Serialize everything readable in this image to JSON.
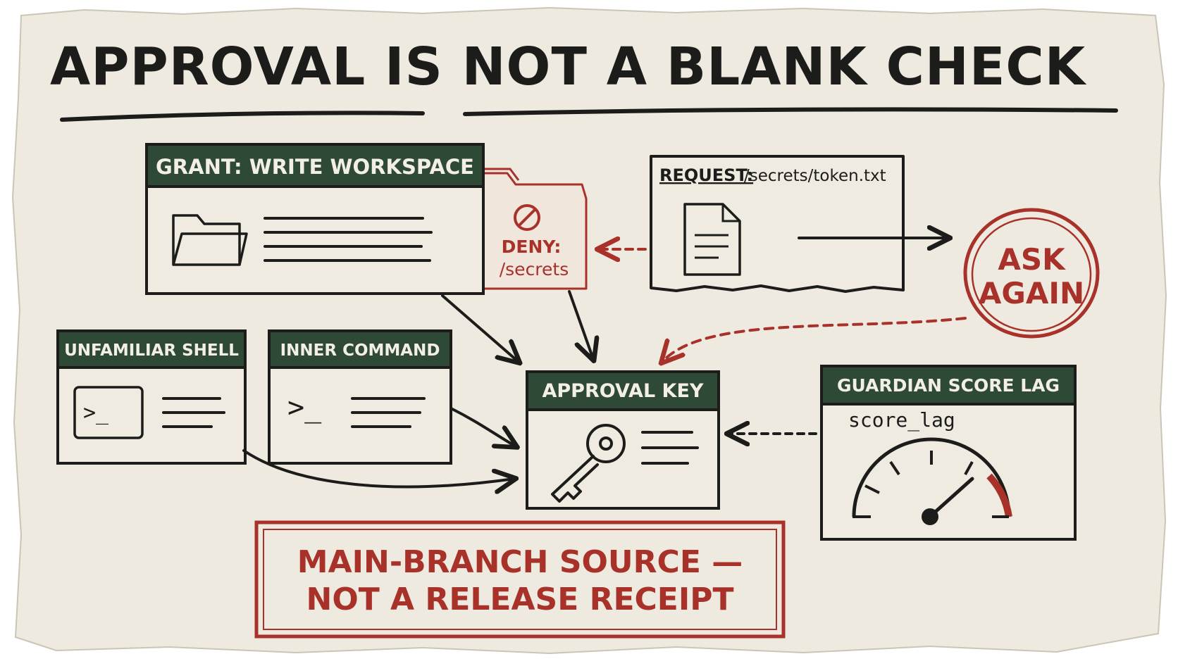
{
  "title": "APPROVAL IS NOT A BLANK CHECK",
  "grant": {
    "header": "GRANT: WRITE WORKSPACE",
    "icon": "folder-icon"
  },
  "deny": {
    "label_line1": "DENY:",
    "label_line2": "/secrets",
    "icon": "prohibited-icon"
  },
  "request": {
    "label": "REQUEST:",
    "path": "/secrets/token.txt",
    "icon": "document-icon"
  },
  "ask_again": {
    "line1": "ASK",
    "line2": "AGAIN"
  },
  "unfamiliar_shell": {
    "header": "UNFAMILIAR SHELL",
    "prompt": ">_",
    "icon": "terminal-icon"
  },
  "inner_command": {
    "header": "INNER COMMAND",
    "prompt": ">_"
  },
  "approval_key": {
    "header": "APPROVAL KEY",
    "icon": "key-icon"
  },
  "guardian": {
    "header": "GUARDIAN SCORE LAG",
    "metric": "score_lag",
    "icon": "gauge-icon"
  },
  "footer": {
    "line1": "MAIN-BRANCH SOURCE —",
    "line2": "NOT A RELEASE RECEIPT"
  },
  "colors": {
    "paper": "#eeeae0",
    "ink": "#1c1c1a",
    "header_green": "#2e4a37",
    "accent_red": "#a8322a",
    "deny_fill": "#f1e6dc"
  }
}
